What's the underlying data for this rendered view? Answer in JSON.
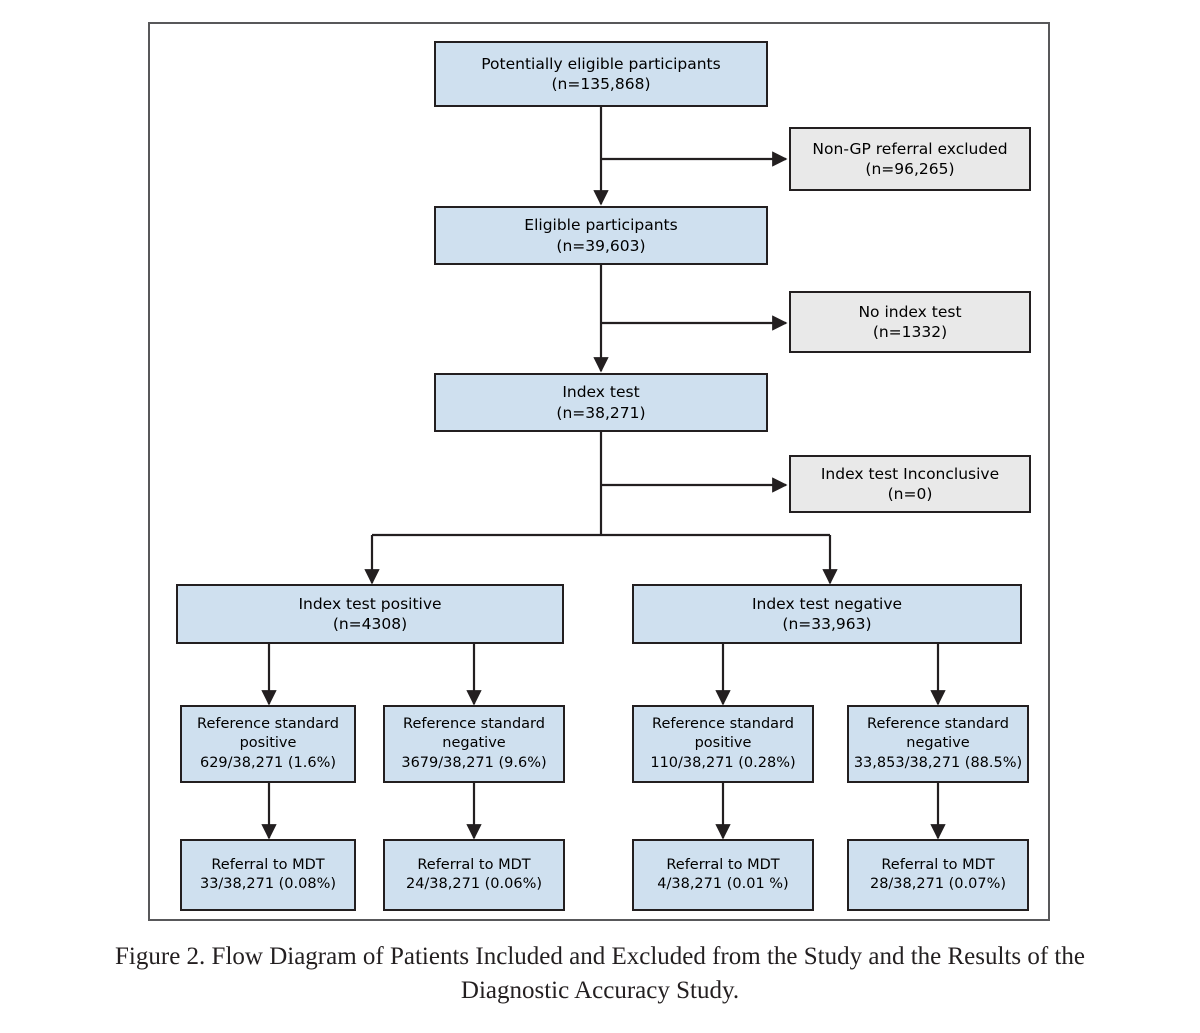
{
  "figure": {
    "caption_line1": "Figure 2.  Flow Diagram of Patients Included and Excluded from the Study and the Results of the",
    "caption_line2": "Diagnostic Accuracy Study."
  },
  "colors": {
    "node_blue": "#cfe0ef",
    "node_grey": "#e9e9e9",
    "node_border": "#231f20",
    "frame_border": "#58585a",
    "connector": "#231f20"
  },
  "chart_data": {
    "type": "diagram",
    "title": "Flow Diagram of Patients Included and Excluded from the Study and the Results of the Diagnostic Accuracy Study.",
    "nodes": [
      {
        "id": "eligible_pool",
        "style": "blue",
        "line1": "Potentially eligible participants",
        "line2": "(n=135,868)",
        "count": 135868
      },
      {
        "id": "excl_nongp",
        "style": "grey",
        "line1": "Non-GP referral excluded",
        "line2": "(n=96,265)",
        "count": 96265
      },
      {
        "id": "eligible",
        "style": "blue",
        "line1": "Eligible participants",
        "line2": "(n=39,603)",
        "count": 39603
      },
      {
        "id": "excl_noindex",
        "style": "grey",
        "line1": "No index test",
        "line2": "(n=1332)",
        "count": 1332
      },
      {
        "id": "index_test",
        "style": "blue",
        "line1": "Index test",
        "line2": "(n=38,271)",
        "count": 38271
      },
      {
        "id": "excl_inconc",
        "style": "grey",
        "line1": "Index test Inconclusive",
        "line2": "(n=0)",
        "count": 0
      },
      {
        "id": "index_pos",
        "style": "blue",
        "line1": "Index test positive",
        "line2": "(n=4308)",
        "count": 4308
      },
      {
        "id": "index_neg",
        "style": "blue",
        "line1": "Index test negative",
        "line2": "(n=33,963)",
        "count": 33963
      },
      {
        "id": "ref_tp",
        "style": "blue",
        "line1": "Reference standard",
        "line2": "positive",
        "line3": "629/38,271 (1.6%)",
        "count": 629,
        "percent": 1.6
      },
      {
        "id": "ref_fp",
        "style": "blue",
        "line1": "Reference standard",
        "line2": "negative",
        "line3": "3679/38,271 (9.6%)",
        "count": 3679,
        "percent": 9.6
      },
      {
        "id": "ref_fn",
        "style": "blue",
        "line1": "Reference standard",
        "line2": "positive",
        "line3": "110/38,271 (0.28%)",
        "count": 110,
        "percent": 0.28
      },
      {
        "id": "ref_tn",
        "style": "blue",
        "line1": "Reference standard",
        "line2": "negative",
        "line3": "33,853/38,271 (88.5%)",
        "count": 33853,
        "percent": 88.5
      },
      {
        "id": "mdt_tp",
        "style": "blue",
        "line1": "Referral to MDT",
        "line2": "33/38,271 (0.08%)",
        "count": 33,
        "percent": 0.08
      },
      {
        "id": "mdt_fp",
        "style": "blue",
        "line1": "Referral to MDT",
        "line2": "24/38,271 (0.06%)",
        "count": 24,
        "percent": 0.06
      },
      {
        "id": "mdt_fn",
        "style": "blue",
        "line1": "Referral to MDT",
        "line2": "4/38,271 (0.01 %)",
        "count": 4,
        "percent": 0.01
      },
      {
        "id": "mdt_tn",
        "style": "blue",
        "line1": "Referral to MDT",
        "line2": "28/38,271 (0.07%)",
        "count": 28,
        "percent": 0.07
      }
    ],
    "edges": [
      {
        "from": "eligible_pool",
        "to": "excl_nongp",
        "kind": "exclusion"
      },
      {
        "from": "eligible_pool",
        "to": "eligible",
        "kind": "flow"
      },
      {
        "from": "eligible",
        "to": "excl_noindex",
        "kind": "exclusion"
      },
      {
        "from": "eligible",
        "to": "index_test",
        "kind": "flow"
      },
      {
        "from": "index_test",
        "to": "excl_inconc",
        "kind": "exclusion"
      },
      {
        "from": "index_test",
        "to": "index_pos",
        "kind": "split"
      },
      {
        "from": "index_test",
        "to": "index_neg",
        "kind": "split"
      },
      {
        "from": "index_pos",
        "to": "ref_tp",
        "kind": "split"
      },
      {
        "from": "index_pos",
        "to": "ref_fp",
        "kind": "split"
      },
      {
        "from": "index_neg",
        "to": "ref_fn",
        "kind": "split"
      },
      {
        "from": "index_neg",
        "to": "ref_tn",
        "kind": "split"
      },
      {
        "from": "ref_tp",
        "to": "mdt_tp",
        "kind": "flow"
      },
      {
        "from": "ref_fp",
        "to": "mdt_fp",
        "kind": "flow"
      },
      {
        "from": "ref_fn",
        "to": "mdt_fn",
        "kind": "flow"
      },
      {
        "from": "ref_tn",
        "to": "mdt_tn",
        "kind": "flow"
      }
    ]
  }
}
